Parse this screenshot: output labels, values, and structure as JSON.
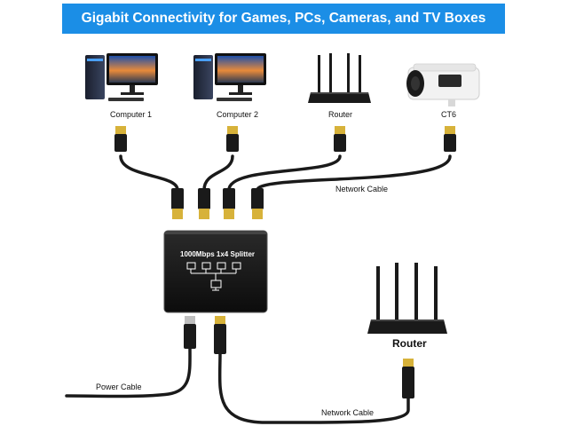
{
  "banner": {
    "title": "Gigabit Connectivity for Games, PCs, Cameras, and TV Boxes",
    "color": "#1b8ee6"
  },
  "devices": [
    {
      "label": "Computer 1",
      "icon": "desktop-computer-icon"
    },
    {
      "label": "Computer 2",
      "icon": "desktop-computer-icon"
    },
    {
      "label": "Router",
      "icon": "router-icon"
    },
    {
      "label": "CT6",
      "icon": "security-camera-icon"
    }
  ],
  "splitter": {
    "label": "1000Mbps 1x4 Splitter",
    "icon": "network-topology-icon"
  },
  "cables": {
    "network_top": "Network Cable",
    "power": "Power Cable",
    "network_bottom": "Network Cable"
  },
  "bottom_router": {
    "label": "Router",
    "icon": "router-icon"
  }
}
